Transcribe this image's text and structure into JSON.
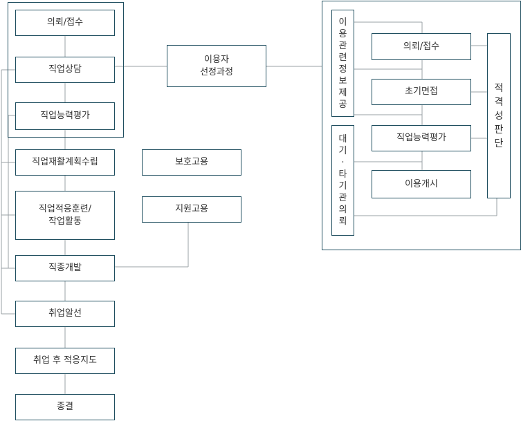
{
  "colors": {
    "border": "#1f4e5f",
    "line": "#9aa0a4",
    "text": "#333333"
  },
  "left_flow": {
    "referral_intake": "의뢰/접수",
    "vocational_counseling": "직업상담",
    "vocational_ability_eval": "직업능력평가",
    "vocational_rehab_plan": "직업재활계획수립",
    "job_adaptation_training": "직업적응훈련/\n작업활동",
    "job_development": "직종개발",
    "job_placement": "취업알선",
    "post_employment_support": "취업 후 적응지도",
    "termination": "종결"
  },
  "middle": {
    "user_selection_process": "이용자\n선정과정",
    "protected_employment": "보호고용",
    "supported_employment": "지원고용"
  },
  "right_panel": {
    "info_provision": "이용관련정보제공",
    "waiting_referral": "대기·타기관의뢰",
    "referral_intake": "의뢰/접수",
    "initial_interview": "초기면접",
    "vocational_ability_eval": "직업능력평가",
    "service_start": "이용개시",
    "eligibility_decision": "적격성판단"
  }
}
